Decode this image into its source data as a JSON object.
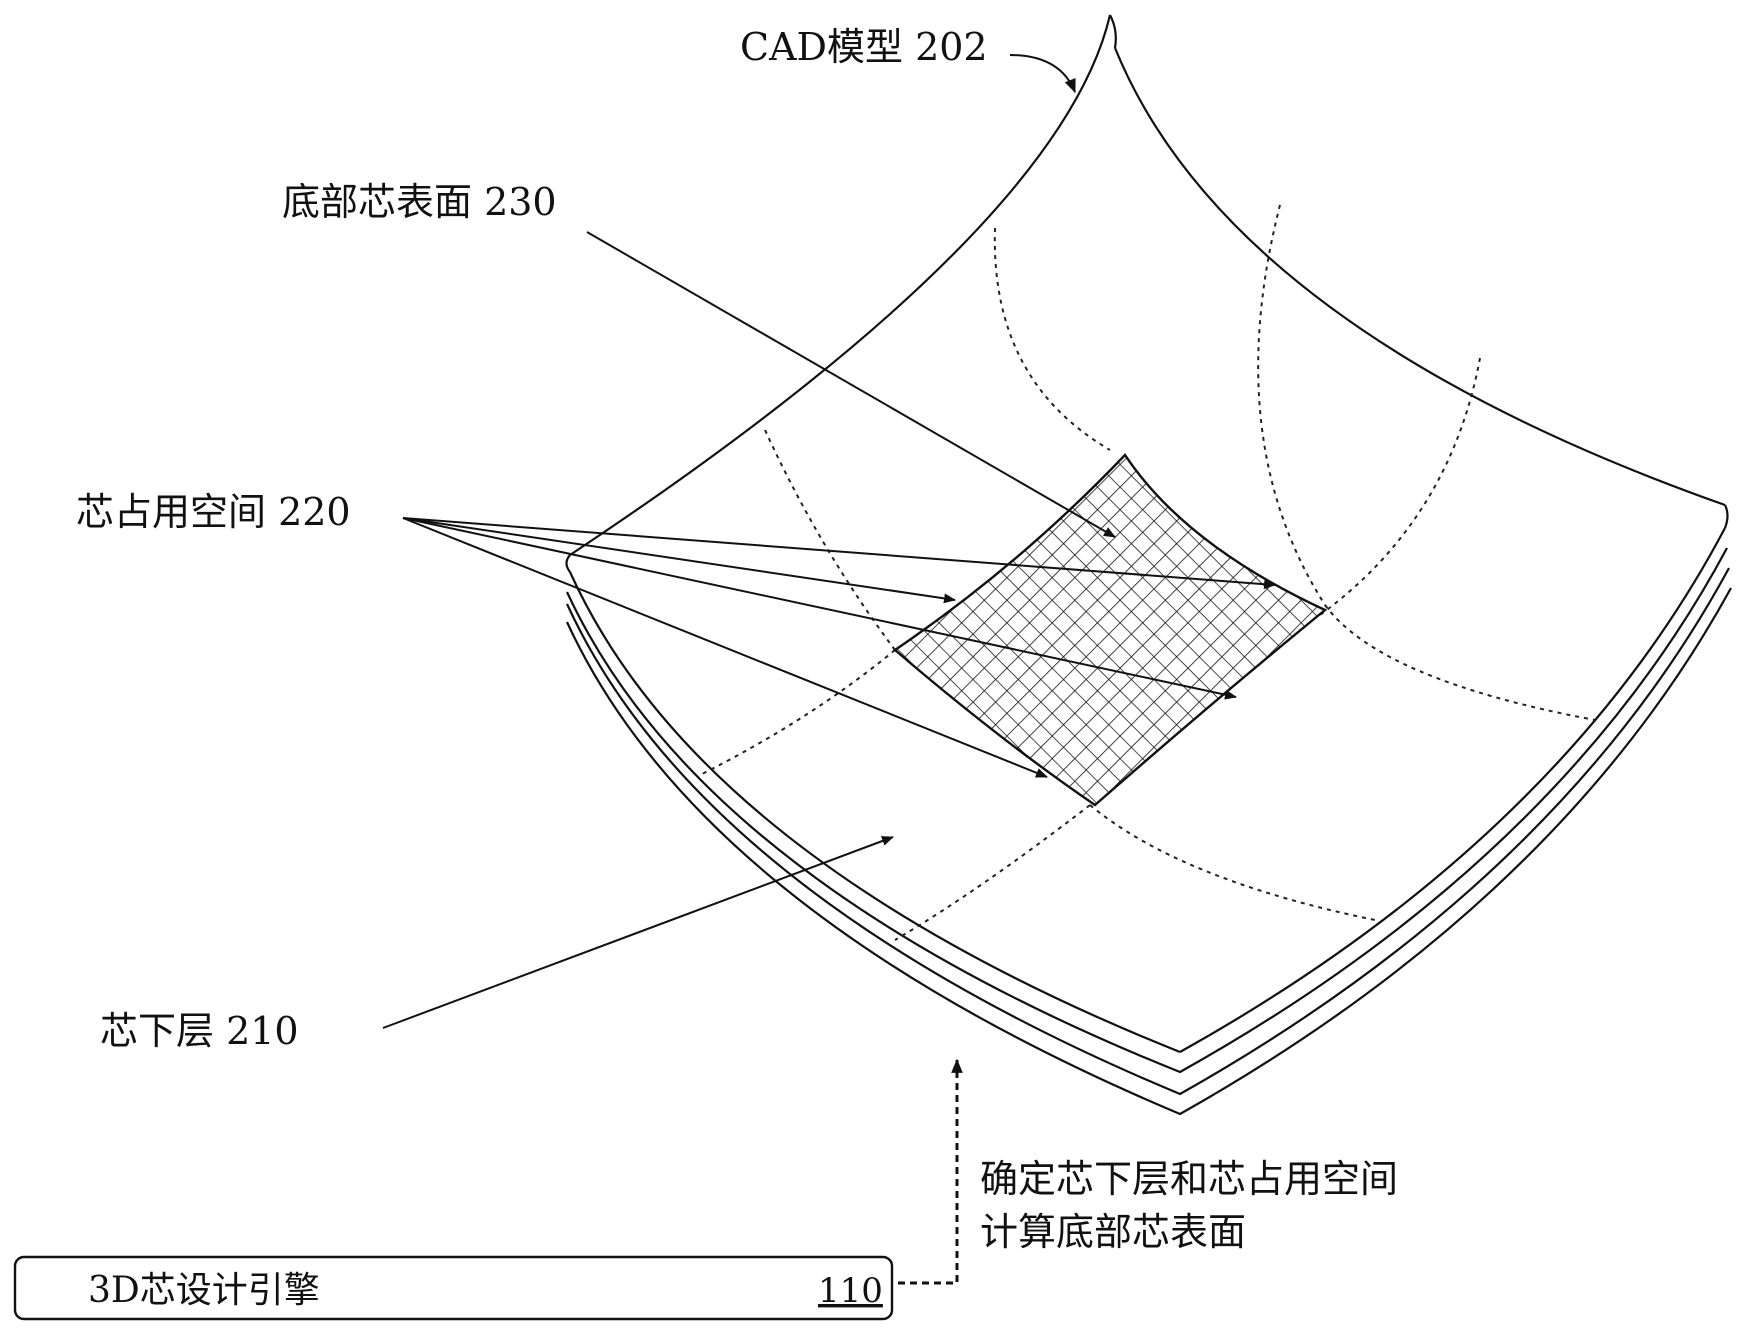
{
  "labels": {
    "cad_model": "CAD模型 202",
    "bottom_core_surface": "底部芯表面 230",
    "core_occupied_space": "芯占用空间 220",
    "core_lower_layer": "芯下层 210",
    "step_line_1": "确定芯下层和芯占用空间",
    "step_line_2": "计算底部芯表面"
  },
  "engine_box": {
    "label": "3D芯设计引擎",
    "ref": "110"
  }
}
